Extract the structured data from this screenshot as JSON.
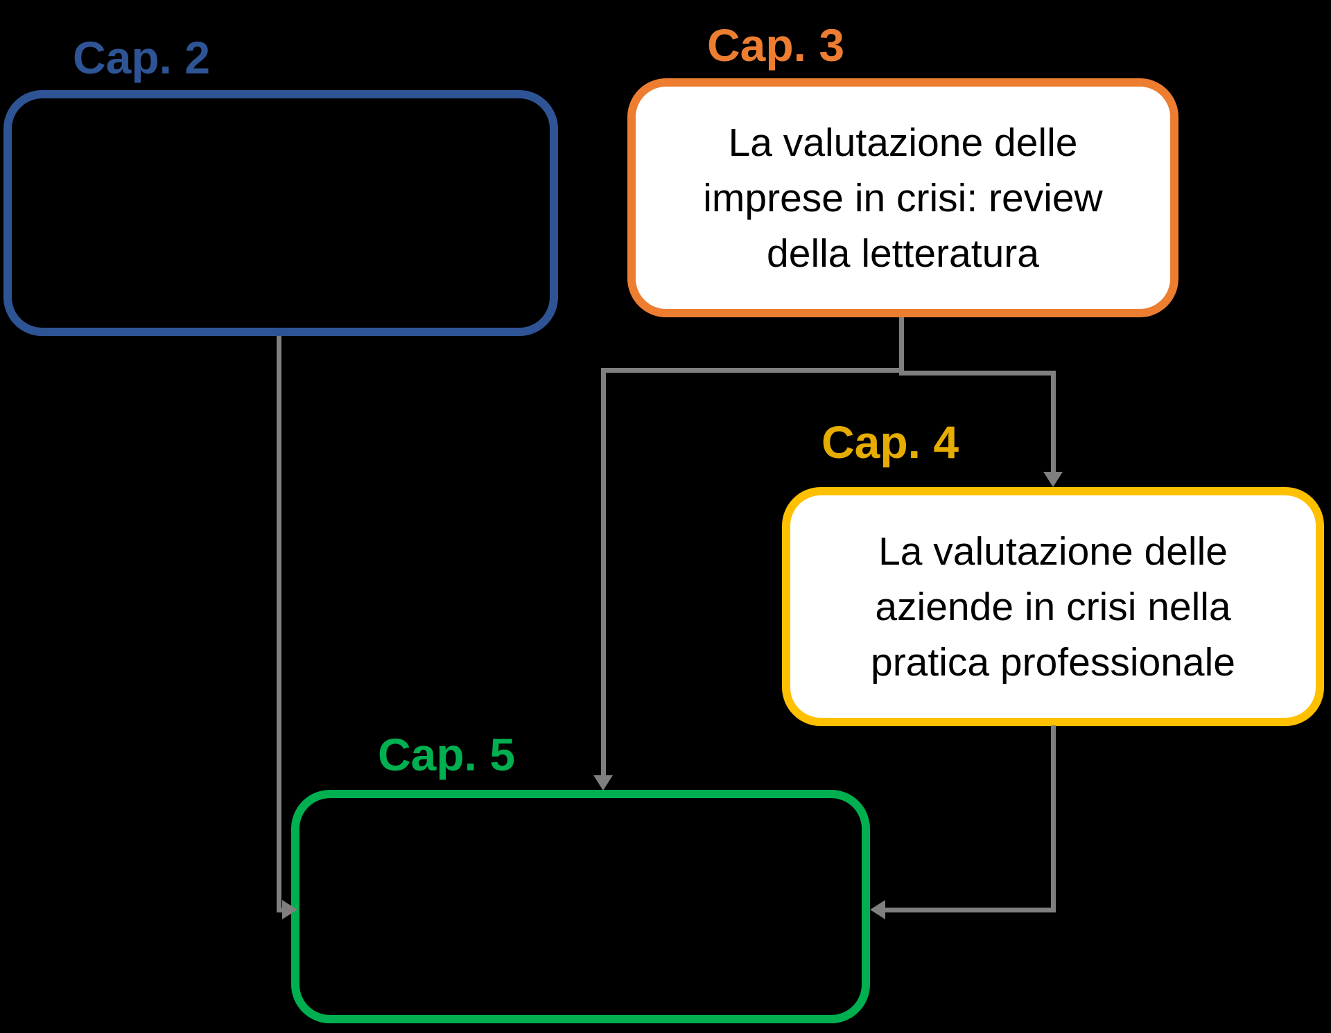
{
  "diagram": {
    "kind": "flowchart",
    "background_color": "#000000",
    "connector_color": "#7F7F7F",
    "body_text_color": "#000000"
  },
  "nodes": {
    "cap2": {
      "label": "Cap. 2",
      "label_color": "#2F5496",
      "border_color": "#2F5496",
      "fill": "transparent",
      "lines": [
        "",
        "",
        ""
      ]
    },
    "cap3": {
      "label": "Cap. 3",
      "label_color": "#ED7D31",
      "border_color": "#ED7D31",
      "fill": "#FFFFFF",
      "lines": [
        "La valutazione delle",
        "imprese in crisi: review",
        "della letteratura"
      ]
    },
    "cap4": {
      "label": "Cap. 4",
      "label_color": "#E6AC00",
      "border_color": "#FFC000",
      "fill": "#FFFFFF",
      "lines": [
        "La valutazione delle",
        "aziende in crisi nella",
        "pratica professionale"
      ]
    },
    "cap5": {
      "label": "Cap. 5",
      "label_color": "#00B050",
      "border_color": "#00B050",
      "fill": "transparent",
      "lines": [
        "",
        "",
        ""
      ]
    }
  },
  "edges": [
    {
      "from": "cap2",
      "to": "cap5",
      "style": "elbow",
      "enters_at": "left-side",
      "arrowhead": "right"
    },
    {
      "from": "cap3",
      "to": "cap5",
      "style": "elbow",
      "enters_at": "top",
      "arrowhead": "down"
    },
    {
      "from": "cap3",
      "to": "cap4",
      "style": "elbow",
      "enters_at": "top",
      "arrowhead": "down"
    },
    {
      "from": "cap4",
      "to": "cap5",
      "style": "elbow",
      "enters_at": "right-side",
      "arrowhead": "left"
    }
  ]
}
